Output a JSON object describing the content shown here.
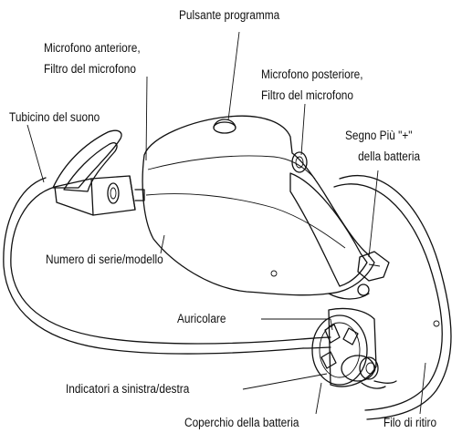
{
  "labels": {
    "program_button": "Pulsante programma",
    "front_mic_line1": "Microfono anteriore,",
    "front_mic_line2": "Filtro del microfono",
    "rear_mic_line1": "Microfono posteriore,",
    "rear_mic_line2": "Filtro del microfono",
    "sound_tube": "Tubicino del suono",
    "battery_plus_line1": "Segno Più \"+\"",
    "battery_plus_line2": "della batteria",
    "serial_model": "Numero di serie/modello",
    "earpiece": "Auricolare",
    "lr_indicators": "Indicatori a sinistra/destra",
    "battery_cover": "Coperchio della batteria",
    "retention_wire": "Filo di ritiro"
  }
}
